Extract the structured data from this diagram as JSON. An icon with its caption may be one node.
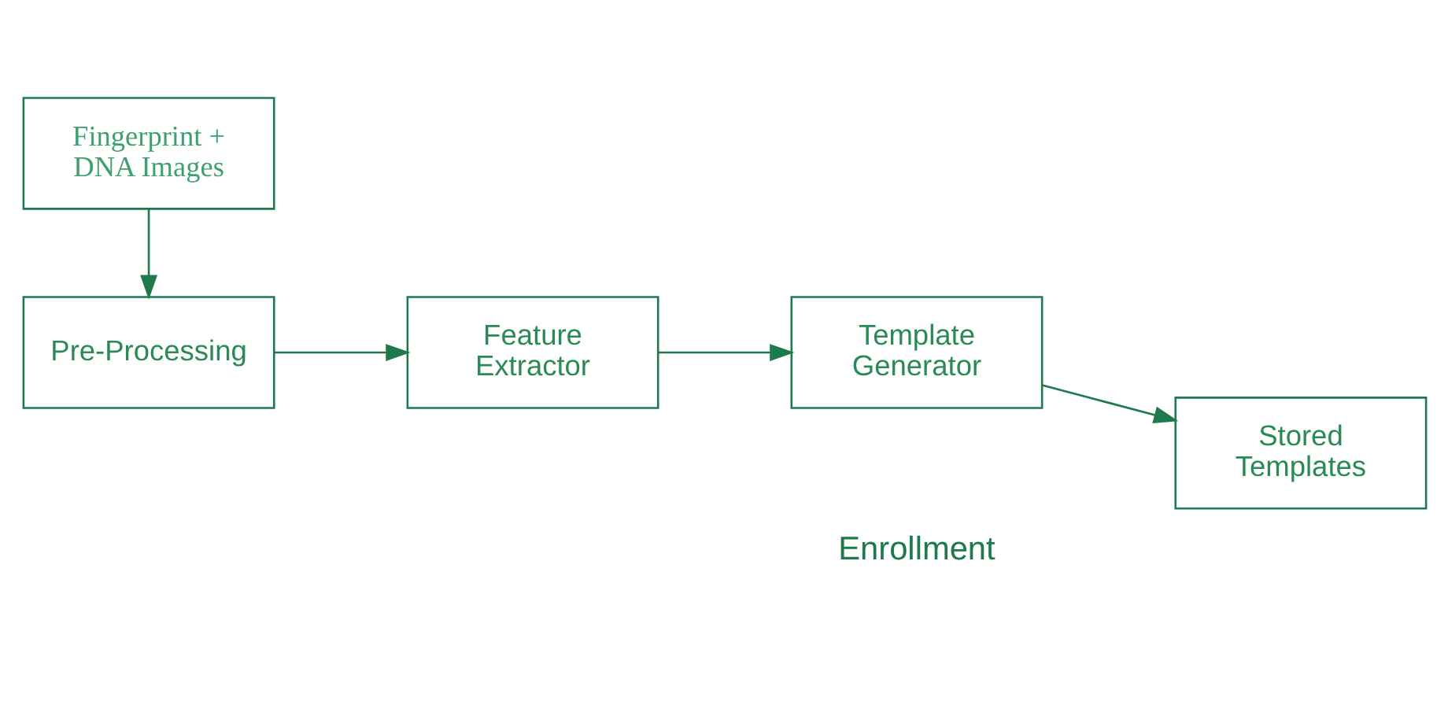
{
  "diagram": {
    "nodes": [
      {
        "text": [
          "Pre-Processing"
        ]
      },
      {
        "text": [
          "Feature Extractor"
        ]
      },
      {
        "text": [
          "Template Generator"
        ]
      },
      {
        "text": [
          "Stored Templates"
        ]
      },
      {
        "text": [
          "Fingerprint + DNA Images"
        ]
      }
    ],
    "edges": [
      {
        "from": 4,
        "to": 0,
        "arrow": "to"
      },
      {
        "from": 0,
        "to": 1,
        "arrow": "to"
      },
      {
        "from": 1,
        "to": 2,
        "arrow": "to"
      },
      {
        "from": 2,
        "to": 3,
        "arrow": "to"
      }
    ],
    "labels": [
      "Enrollment"
    ]
  }
}
